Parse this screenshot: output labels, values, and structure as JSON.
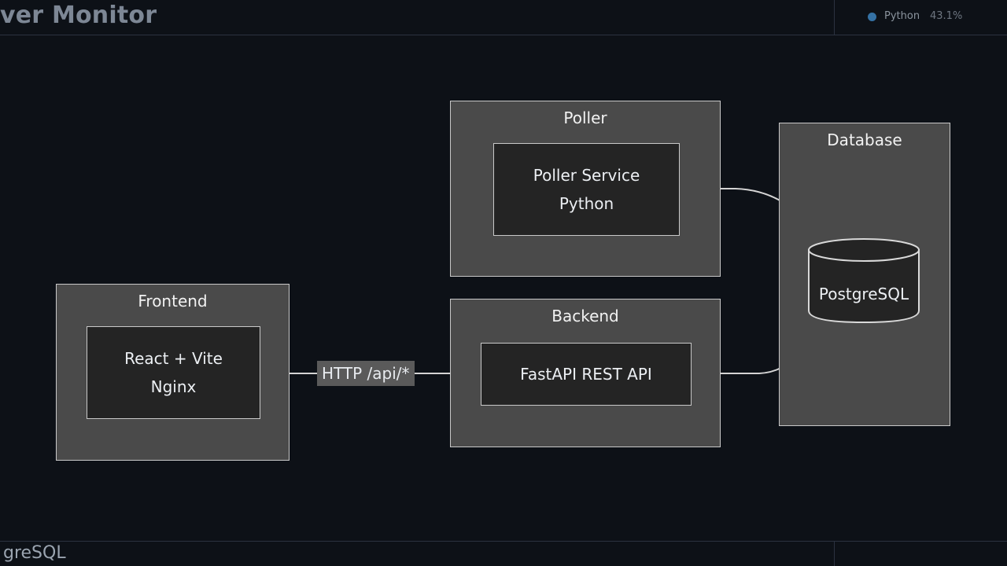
{
  "page_chrome": {
    "header_title": "ver Monitor",
    "header_lang_name": "Python",
    "header_lang_pct": "43.1%",
    "header_lang_dot_color": "#3572A5",
    "footer_text": "greSQL"
  },
  "diagram": {
    "background_color": "#0d1117",
    "cluster_fill": "#4a4a4a",
    "cluster_border": "#c9c9c9",
    "node_fill": "#242424",
    "node_border": "#c9c9c9",
    "edge_color": "#d4d4d4",
    "text_color": "#eceff3",
    "clusters": [
      {
        "id": "frontend",
        "label": "Frontend",
        "node": {
          "id": "react-vite-nginx",
          "lines": [
            "React + Vite",
            "Nginx"
          ]
        }
      },
      {
        "id": "poller",
        "label": "Poller",
        "node": {
          "id": "poller-service-python",
          "lines": [
            "Poller Service",
            "Python"
          ]
        }
      },
      {
        "id": "backend",
        "label": "Backend",
        "node": {
          "id": "fastapi-rest-api",
          "lines": [
            "FastAPI REST API"
          ]
        }
      },
      {
        "id": "database",
        "label": "Database",
        "node": {
          "id": "postgresql-cylinder",
          "lines": [
            "PostgreSQL"
          ]
        }
      }
    ],
    "edges": [
      {
        "id": "frontend-to-backend",
        "from": "react-vite-nginx",
        "to": "fastapi-rest-api",
        "label": "HTTP /api/*"
      },
      {
        "id": "poller-to-db",
        "from": "poller-service-python",
        "to": "postgresql-cylinder",
        "label": ""
      },
      {
        "id": "backend-to-db",
        "from": "fastapi-rest-api",
        "to": "postgresql-cylinder",
        "label": ""
      }
    ]
  }
}
